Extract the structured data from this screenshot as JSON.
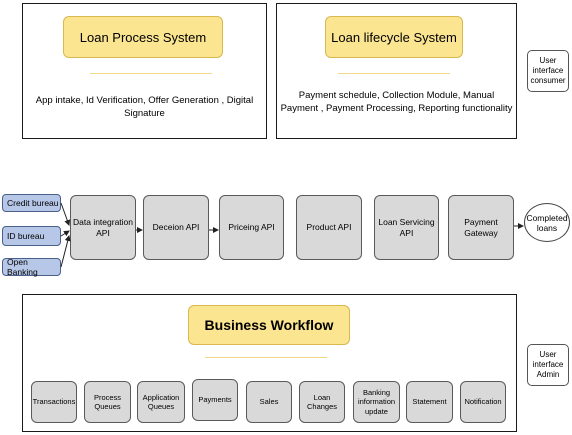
{
  "loan_process": {
    "title": "Loan Process System",
    "description": "App intake,  Id Verification, Offer Generation , Digital Signature"
  },
  "loan_lifecycle": {
    "title": "Loan lifecycle System",
    "description": "Payment schedule,  Collection Module, Manual Payment , Payment Processing, Reporting functionality"
  },
  "ui_consumer": "User interface consumer",
  "ui_admin": "User interface Admin",
  "sources": [
    "Credit bureau",
    "ID bureau",
    "Open Banking"
  ],
  "apis": [
    "Data integration API",
    "Deceion API",
    "Priceing API",
    "Product API",
    "Loan Servicing API",
    "Payment Gateway"
  ],
  "completed": "Completed loans",
  "business_workflow": {
    "title": "Business Workflow",
    "items": [
      "Transactions",
      "Process Queues",
      "Application Queues",
      "Payments",
      "Sales",
      "Loan Changes",
      "Banking information update",
      "Statement",
      "Notification"
    ]
  }
}
